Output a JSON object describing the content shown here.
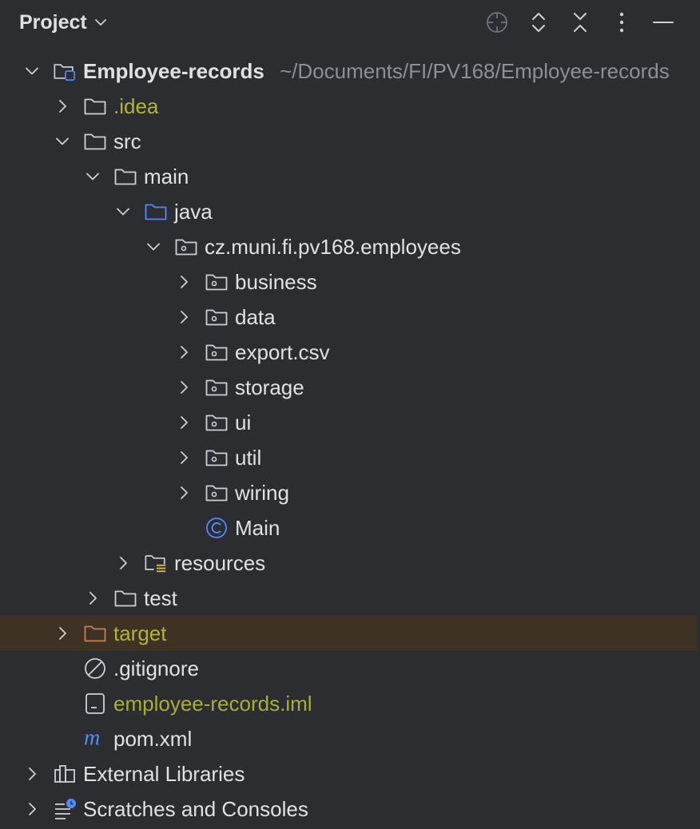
{
  "header": {
    "title": "Project",
    "buttons": [
      {
        "name": "locate-button",
        "icon": "crosshair-icon"
      },
      {
        "name": "expand-all-button",
        "icon": "expand-all-icon"
      },
      {
        "name": "collapse-all-button",
        "icon": "collapse-all-icon"
      },
      {
        "name": "options-button",
        "icon": "more-vertical-icon"
      },
      {
        "name": "hide-button",
        "icon": "minimize-icon"
      }
    ]
  },
  "tree": {
    "root": {
      "label": "Employee-records",
      "path": "~/Documents/FI/PV168/Employee-records"
    },
    "idea": ".idea",
    "src": "src",
    "main": "main",
    "java": "java",
    "package": "cz.muni.fi.pv168.employees",
    "subpackages": [
      "business",
      "data",
      "export.csv",
      "storage",
      "ui",
      "util",
      "wiring"
    ],
    "main_class": "Main",
    "resources": "resources",
    "test": "test",
    "target": "target",
    "gitignore": ".gitignore",
    "iml": "employee-records.iml",
    "pom": "pom.xml",
    "external_libraries": "External Libraries",
    "scratches": "Scratches and Consoles"
  },
  "colors": {
    "background": "#2b2d30",
    "text": "#dfe1e5",
    "path_text": "#8c8f94",
    "excluded_text": "#b2b43a",
    "highlight_row": "#3d3223",
    "source_folder": "#548af7",
    "target_folder": "#c77d55"
  }
}
